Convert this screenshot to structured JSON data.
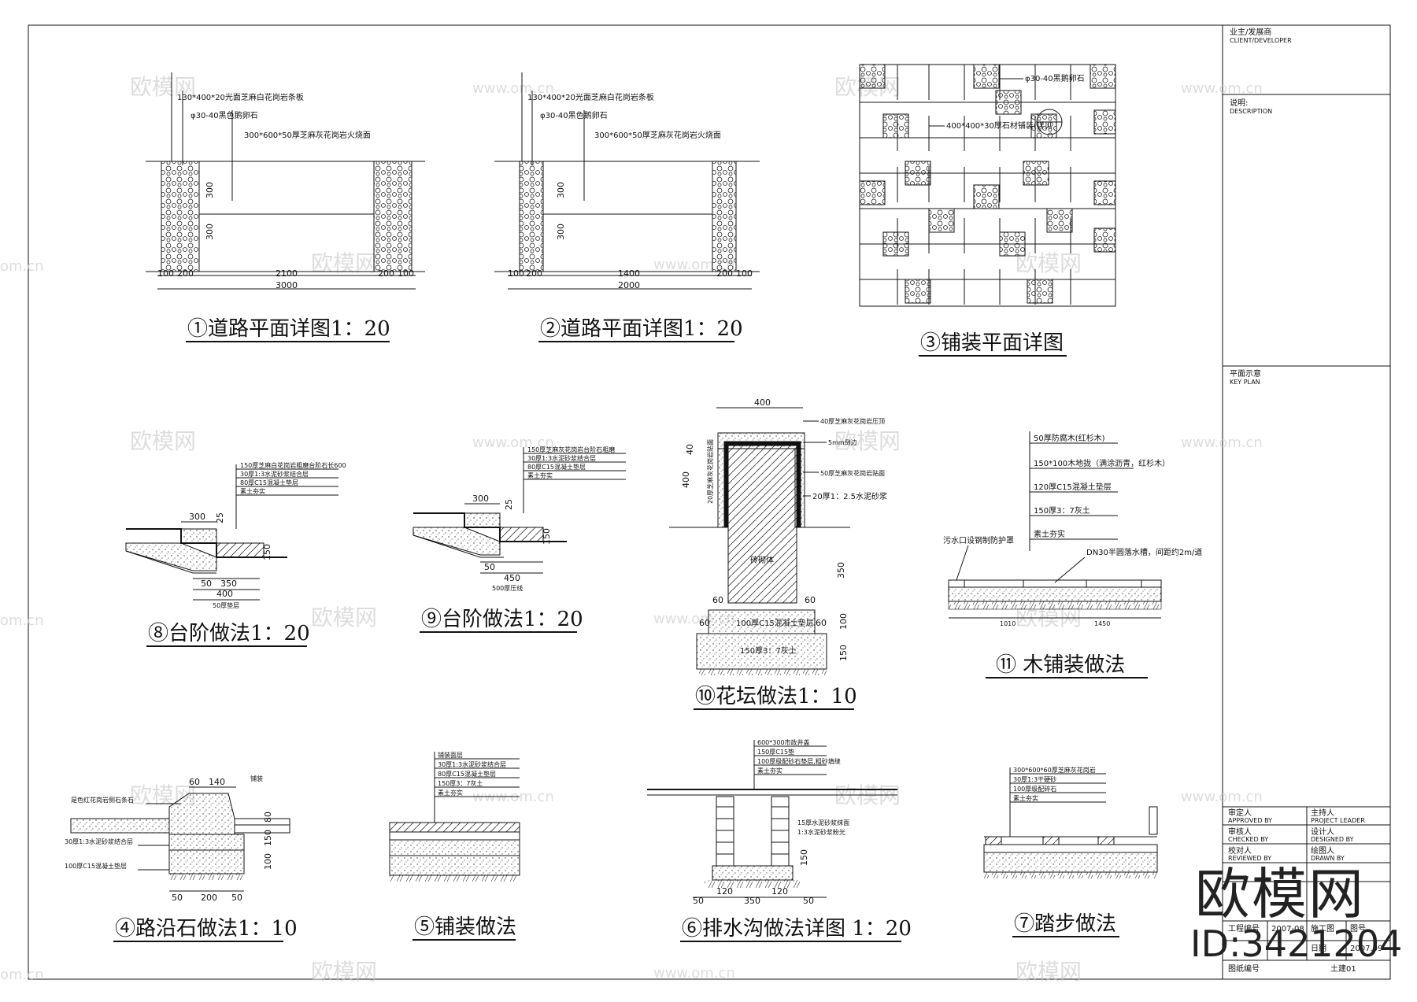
{
  "titles": {
    "t1": "①道路平面详图1：20",
    "t2": "②道路平面详图1：20",
    "t3": "③铺装平面详图",
    "t4": "④路沿石做法1：10",
    "t5": "⑤铺装做法",
    "t6": "⑥排水沟做法详图 1：20",
    "t7": "⑦踏步做法",
    "t8": "⑧台阶做法1：20",
    "t9": "⑨台阶做法1：20",
    "t10": "⑩花坛做法1：10",
    "t11": "⑪ 木铺装做法"
  },
  "road1": {
    "label_a": "130*400*20光面芝麻白花岗岩条板",
    "label_b": "φ30-40黑色鹅卵石",
    "label_c": "300*600*50厚芝麻灰花岗岩火烧面",
    "dim_h1": "300",
    "dim_h2": "300",
    "dim_l1": "100",
    "dim_l2": "200",
    "dim_mid": "2100",
    "dim_r1": "200",
    "dim_r2": "100",
    "dim_total": "3000"
  },
  "road2": {
    "label_a": "130*400*20光面芝麻白花岗岩条板",
    "label_b": "φ30-40黑色鹅卵石",
    "label_c": "300*600*50厚芝麻灰花岗岩火烧面",
    "dim_h1": "300",
    "dim_h2": "300",
    "dim_l1": "100",
    "dim_l2": "200",
    "dim_mid": "1400",
    "dim_r1": "200",
    "dim_r2": "100",
    "dim_total": "2000"
  },
  "paving3": {
    "label_a": "φ30-40黑鹅卵石",
    "label_b": "400*400*30厚石材铺装(详见"
  },
  "step8": {
    "layers": [
      "150厚芝麻白花岗岩粗磨台阶石长600",
      "30厚1:3水泥砂浆结合层",
      "80厚C15混凝土垫层",
      "素土夯实"
    ],
    "dim_tread": "300",
    "dim_rise": "25",
    "dim_r": "150",
    "dim_a": "50",
    "dim_b": "350",
    "dim_c": "400",
    "dim_d": "50厚垫层"
  },
  "step9": {
    "layers": [
      "150厚芝麻灰花岗岩台阶石粗磨",
      "30厚1:3水泥砂浆结合层",
      "80厚C15混凝土垫层",
      "素土夯实"
    ],
    "dim_tread": "300",
    "dim_rise": "25",
    "dim_r": "150",
    "dim_a": "50",
    "dim_b": "450",
    "dim_c": "500厚压线"
  },
  "planter10": {
    "top_dim": "400",
    "label_cap": "40厚芝麻灰花岗岩压顶",
    "label_side": "20厚芝麻灰花岗岩贴面",
    "label_edge": "5mm倒边",
    "label_face": "50厚芝麻灰花岗岩贴面",
    "label_mortar": "20厚1：2.5水泥砂浆",
    "label_brick": "砖砌体",
    "label_found": "100厚C15混凝土垫层",
    "label_base": "150厚3：7灰土",
    "dim_40": "40",
    "dim_400": "400",
    "dim_350": "350",
    "dim_60a": "60",
    "dim_60b": "60",
    "dim_60c": "60",
    "dim_60d": "60",
    "dim_100": "100",
    "dim_150": "150"
  },
  "wood11": {
    "layers": [
      "50厚防腐木(红杉木)",
      "150*100木地拢（满涂沥青，红杉木）",
      "120厚C15混凝土垫层",
      "150厚3：7灰土",
      "素土夯实"
    ],
    "label_left": "污水口设钢制防护罩",
    "label_drain": "DN30半圆落水槽，间距约2m/道",
    "dim_a": "1010",
    "dim_b": "1450"
  },
  "curb4": {
    "label_top": "是色红花岗岩侧石条石",
    "label_mid": "30厚1:3水泥砂浆结合层",
    "label_bot": "100厚C15混凝土垫层",
    "label_right": "铺装",
    "dim_a": "60",
    "dim_b": "140",
    "dim_c": "50",
    "dim_d": "200",
    "dim_e": "50",
    "dim_v1": "80",
    "dim_v2": "150",
    "dim_v3": "100"
  },
  "pave5": {
    "layers": [
      "铺装面层",
      "30厚1:3水泥砂浆结合层",
      "80厚C15混凝土垫层",
      "150厚3：7灰土",
      "素土夯实"
    ]
  },
  "ditch6": {
    "layers": [
      "600*300市政井盖",
      "150厚C15垫",
      "100厚级配砂石垫层,粗砂填缝",
      "素土夯实"
    ],
    "label_side": "1:3水泥砂浆粉光",
    "label_side2": "15厚水泥砂浆抹面",
    "dim_a": "50",
    "dim_b": "120",
    "dim_c": "350",
    "dim_d": "120",
    "dim_e": "150",
    "dim_f": "50"
  },
  "tread7": {
    "layers": [
      "300*600*60厚芝麻灰花岗岩",
      "30厚1:3干硬砂",
      "100厚级配碎石",
      "素土夯实"
    ]
  },
  "titleblock": {
    "owner": "业主/发展商",
    "owner_en": "CLIENT/DEVELOPER",
    "notes": "说明:",
    "notes_en": "DESCRIPTION",
    "plan": "平面示意",
    "plan_en": "KEY PLAN",
    "approved": "审定人",
    "approved_en": "APPROVED BY",
    "chief": "主持人",
    "chief_en": "PROJECT LEADER",
    "checked": "审核人",
    "checked_en": "CHECKED BY",
    "designer": "设计人",
    "designer_en": "DESIGNED BY",
    "reviewed": "校对人",
    "reviewed_en": "REVIEWED BY",
    "drafter": "绘图人",
    "drafter_en": "DRAWN BY",
    "project_no": "工程编号",
    "stage": "施工图",
    "sheet": "图号",
    "date": "日期",
    "year": "2007.09",
    "drawing_no": "图纸编号",
    "drawing_val": "土建01",
    "code1": "2007-08"
  },
  "watermarks": {
    "cn": "欧模网",
    "url": "www.om.cn",
    "url2": "om.cn"
  },
  "brand": {
    "name": "欧模网",
    "id": "ID:3421204"
  }
}
